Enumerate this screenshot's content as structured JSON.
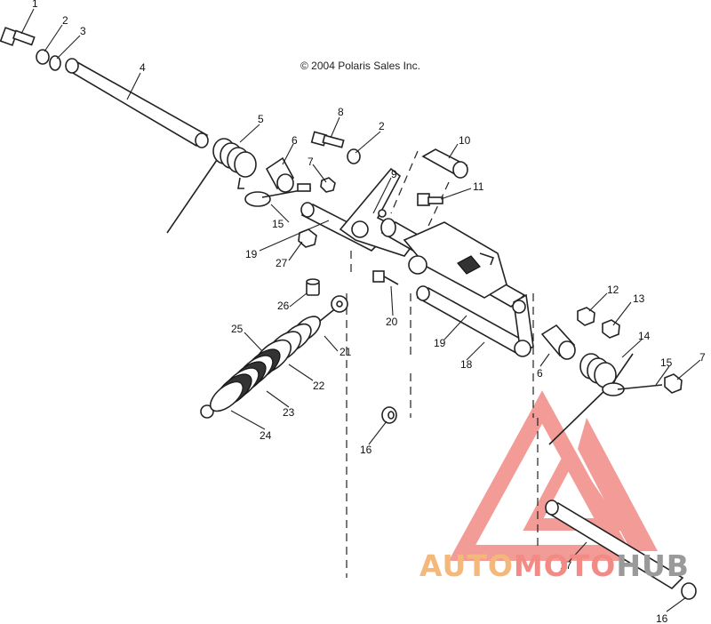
{
  "copyright": "© 2004 Polaris Sales Inc.",
  "watermark": {
    "parts": [
      "AUTO",
      "MOTO",
      "HUB"
    ],
    "colors": [
      "#f4b97a",
      "#f28b86",
      "#9a9a9a"
    ]
  },
  "callouts": {
    "c1": "1",
    "c2a": "2",
    "c3": "3",
    "c4": "4",
    "c5": "5",
    "c6a": "6",
    "c7a": "7",
    "c8": "8",
    "c2b": "2",
    "c10": "10",
    "c9": "9",
    "c11": "11",
    "c15a": "15",
    "c19a": "19",
    "c27": "27",
    "c26": "26",
    "c20": "20",
    "c25": "25",
    "c21": "21",
    "c22": "22",
    "c23": "23",
    "c24": "24",
    "c12": "12",
    "c13": "13",
    "c14": "14",
    "c15b": "15",
    "c7b": "7",
    "c19b": "19",
    "c18": "18",
    "c6b": "6",
    "c16a": "16",
    "c17": "17",
    "c16b": "16"
  }
}
